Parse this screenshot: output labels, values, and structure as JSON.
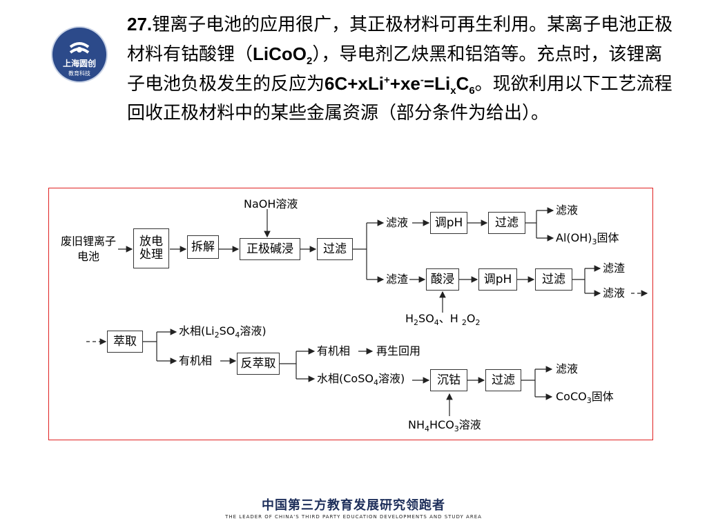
{
  "logo": {
    "name": "上海圆创",
    "sub": "教育科技",
    "color": "#2c4a8a"
  },
  "question": {
    "number": "27.",
    "text1": "锂离子电池的应用很广，其正极材料可再生利用。某离子电池正极材料有钴酸锂（",
    "formula1_a": "LiCoO",
    "formula1_sub": "2",
    "text2": "），导电剂乙炔黑和铝箔等。充点时，该锂离子电池负极发生的反应为",
    "eq_a": "6C+xLi",
    "eq_sup1": "+",
    "eq_b": "+xe",
    "eq_sup2": "-",
    "eq_c": "=Li",
    "eq_sub1": "x",
    "eq_d": "C",
    "eq_sub2": "6",
    "text3": "。现欲利用以下工艺流程回收正极材料中的某些金属资源（部分条件为给出）。"
  },
  "diagram": {
    "border_color": "#e02020",
    "input": "废旧锂离子电池",
    "naoh": "NaOH溶液",
    "box_discharge": "放电处理",
    "box_disassemble": "拆解",
    "box_alkali": "正极碱浸",
    "box_filter1": "过滤",
    "filtrate1": "滤液",
    "box_ph1": "调pH",
    "box_filter2": "过滤",
    "out_filtrate2": "滤液",
    "out_aloh_a": "Al(OH)",
    "out_aloh_sub": "3",
    "out_aloh_b": "固体",
    "residue1": "滤渣",
    "box_acid": "酸浸",
    "box_ph2": "调pH",
    "box_filter3": "过滤",
    "out_residue3": "滤渣",
    "out_filtrate3": "滤液",
    "h2so4_a": "H",
    "h2so4_s1": "2",
    "h2so4_b": "SO",
    "h2so4_s2": "4",
    "h2so4_c": "、H ",
    "h2so4_s3": "2",
    "h2so4_d": "O",
    "h2so4_s4": "2",
    "box_extract": "萃取",
    "aq1_a": "水相(Li",
    "aq1_s1": "2",
    "aq1_b": "SO",
    "aq1_s2": "4",
    "aq1_c": "溶液)",
    "org1": "有机相",
    "box_back_extract": "反萃取",
    "org2": "有机相",
    "reuse": "再生回用",
    "aq2_a": "水相(CoSO",
    "aq2_s1": "4",
    "aq2_b": "溶液)",
    "box_precip": "沉钴",
    "box_filter4": "过滤",
    "out_filtrate4": "滤液",
    "coco3_a": "CoCO",
    "coco3_s": "3",
    "coco3_b": "固体",
    "nh4_a": "NH",
    "nh4_s1": "4",
    "nh4_b": "HCO",
    "nh4_s2": "3",
    "nh4_c": "溶液"
  },
  "footer": {
    "cn": "中国第三方教育发展研究领跑者",
    "en": "THE LEADER OF CHINA'S THIRD PARTY EDUCATION DEVELOPMENTS AND STUDY AREA"
  }
}
